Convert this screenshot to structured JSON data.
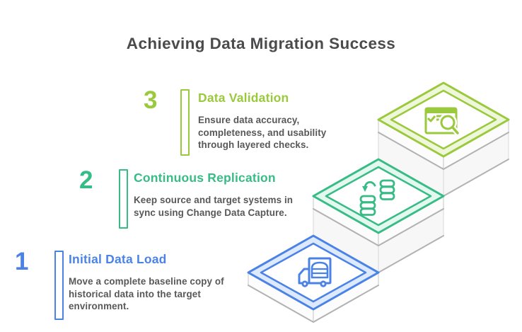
{
  "title": "Achieving Data Migration Success",
  "colors": {
    "blue": "#4b82e6",
    "green": "#38bc86",
    "lime": "#9bc93d",
    "blue_pale": "#dde9fc",
    "green_pale": "#e3f8ee",
    "lime_pale": "#eef7d9",
    "title_text": "#4b4b4d",
    "body_text": "#58585a"
  },
  "steps": [
    {
      "number": "1",
      "title": "Initial Data Load",
      "description": "Move a complete baseline copy of\nhistorical data into the target\nenvironment.",
      "icon": "truck-database-icon",
      "accent": "blue"
    },
    {
      "number": "2",
      "title": "Continuous Replication",
      "description": "Keep source and target systems in\nsync using Change Data Capture.",
      "icon": "database-sync-icon",
      "accent": "green"
    },
    {
      "number": "3",
      "title": "Data Validation",
      "description": "Ensure data accuracy,\ncompleteness, and usability\nthrough layered checks.",
      "icon": "validation-search-icon",
      "accent": "lime"
    }
  ]
}
